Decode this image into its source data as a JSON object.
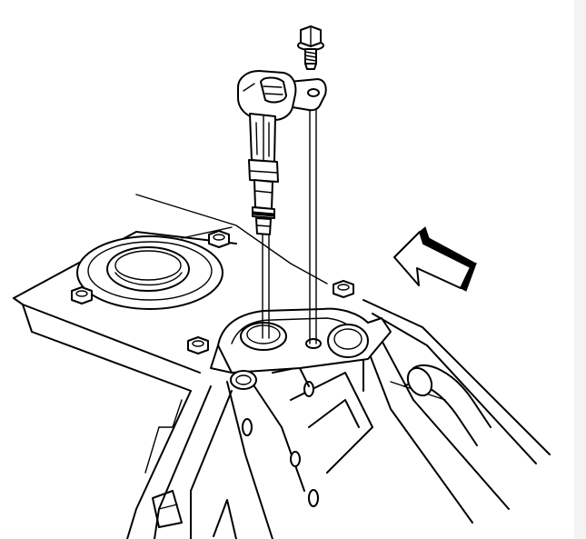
{
  "figure": {
    "kind": "line-art-service-diagram",
    "depicts": [
      "sensor-with-electrical-connector",
      "mounting-bolt",
      "housing-with-mounting-boss",
      "round-cover-plate",
      "hex-bolts",
      "direction-arrow"
    ],
    "colors": {
      "line": "#000000",
      "background": "#ffffff",
      "side_strip": "#f3f3f3"
    }
  }
}
